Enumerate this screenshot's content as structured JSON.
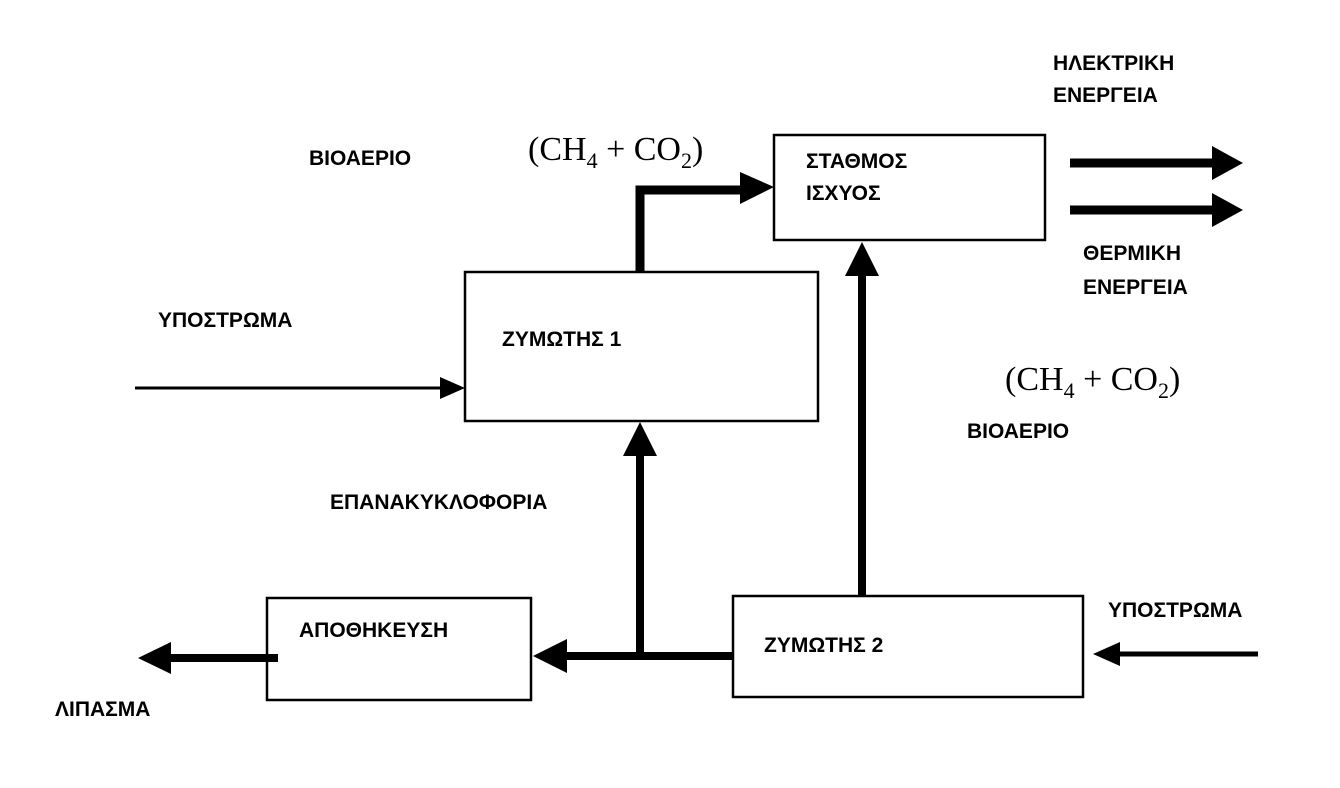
{
  "boxes": {
    "power_station": {
      "line1": "ΣΤΑΘΜΟΣ",
      "line2": "ΙΣΧΥΟΣ"
    },
    "fermenter1": {
      "label": "ΖΥΜΩΤΗΣ 1"
    },
    "fermenter2": {
      "label": "ΖΥΜΩΤΗΣ 2"
    },
    "storage": {
      "label": "ΑΠΟΘΗΚΕΥΣΗ"
    }
  },
  "labels": {
    "biogas_top": "ΒΙΟΑΕΡΙΟ",
    "biogas_right": "ΒΙΟΑΕΡΙΟ",
    "formula": {
      "open": "(CH",
      "sub1": "4",
      "mid": " + CO",
      "sub2": "2",
      "close": ")"
    },
    "electric_energy": {
      "line1": "ΗΛΕΚΤΡΙΚΗ",
      "line2": "ΕΝΕΡΓΕΙΑ"
    },
    "thermal_energy": {
      "line1": "ΘΕΡΜΙΚΗ",
      "line2": "ΕΝΕΡΓΕΙΑ"
    },
    "substrate_left": "ΥΠΟΣΤΡΩΜΑ",
    "substrate_right": "ΥΠΟΣΤΡΩΜΑ",
    "recirculation": "ΕΠΑΝΑΚΥΚΛΟΦΟΡΙΑ",
    "fertilizer": "ΛΙΠΑΣΜΑ"
  }
}
